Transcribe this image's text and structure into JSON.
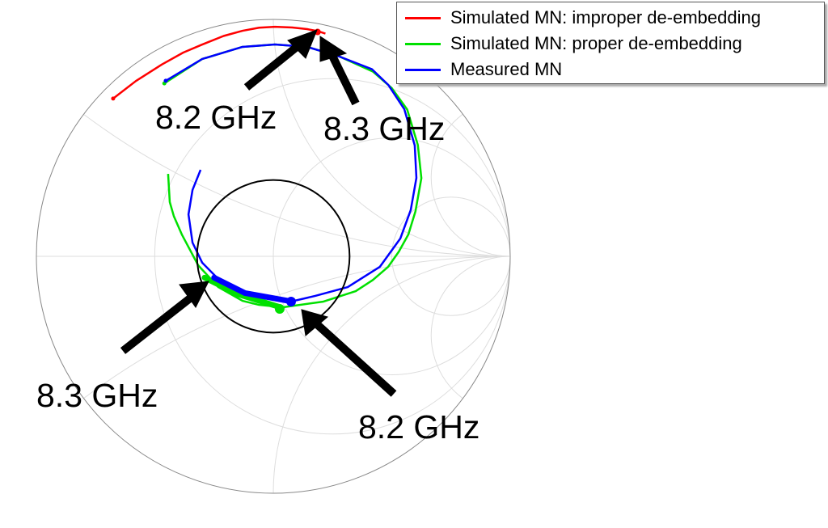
{
  "chart_data": {
    "type": "smith",
    "title": "",
    "grid": true,
    "grid_resistance": [
      0.333,
      1,
      3
    ],
    "grid_reactance": [
      0.333,
      1,
      3
    ],
    "legend_position": "top-right",
    "series": [
      {
        "name": "Simulated MN: improper de-embedding",
        "color": "#ff0000",
        "gamma": [
          [
            -0.676,
            0.666
          ],
          [
            -0.58,
            0.74
          ],
          [
            -0.47,
            0.81
          ],
          [
            -0.38,
            0.86
          ],
          [
            -0.3,
            0.894
          ],
          [
            -0.21,
            0.93
          ],
          [
            -0.13,
            0.952
          ],
          [
            -0.06,
            0.965
          ],
          [
            0.007,
            0.969
          ],
          [
            0.08,
            0.966
          ],
          [
            0.143,
            0.959
          ],
          [
            0.19,
            0.95
          ],
          [
            0.22,
            0.94
          ]
        ],
        "marker": [
          0.187,
          0.947
        ]
      },
      {
        "name": "Simulated MN: proper de-embedding",
        "color": "#00e000",
        "gamma": [
          [
            -0.46,
            0.73
          ],
          [
            -0.3,
            0.833
          ],
          [
            -0.13,
            0.884
          ],
          [
            0.007,
            0.894
          ],
          [
            0.143,
            0.884
          ],
          [
            0.28,
            0.843
          ],
          [
            0.42,
            0.78
          ],
          [
            0.5,
            0.71
          ],
          [
            0.565,
            0.62
          ],
          [
            0.61,
            0.47
          ],
          [
            0.625,
            0.33
          ],
          [
            0.6,
            0.19
          ],
          [
            0.57,
            0.092
          ],
          [
            0.53,
            0.02
          ],
          [
            0.485,
            -0.044
          ],
          [
            0.42,
            -0.1
          ],
          [
            0.348,
            -0.147
          ],
          [
            0.212,
            -0.191
          ],
          [
            0.041,
            -0.215
          ],
          [
            -0.06,
            -0.205
          ],
          [
            -0.13,
            -0.188
          ],
          [
            -0.232,
            -0.13
          ],
          [
            -0.317,
            -0.038
          ],
          [
            -0.386,
            0.092
          ],
          [
            -0.42,
            0.17
          ],
          [
            -0.437,
            0.229
          ],
          [
            -0.444,
            0.348
          ]
        ],
        "marker": [
          0.027,
          -0.222
        ]
      },
      {
        "name": "Measured MN",
        "color": "#0000ff",
        "gamma": [
          [
            -0.454,
            0.741
          ],
          [
            -0.3,
            0.833
          ],
          [
            -0.13,
            0.884
          ],
          [
            0.007,
            0.894
          ],
          [
            0.143,
            0.884
          ],
          [
            0.28,
            0.843
          ],
          [
            0.416,
            0.79
          ],
          [
            0.485,
            0.724
          ],
          [
            0.553,
            0.621
          ],
          [
            0.597,
            0.468
          ],
          [
            0.604,
            0.331
          ],
          [
            0.58,
            0.195
          ],
          [
            0.536,
            0.075
          ],
          [
            0.45,
            -0.044
          ],
          [
            0.314,
            -0.13
          ],
          [
            0.177,
            -0.167
          ],
          [
            0.075,
            -0.191
          ],
          [
            -0.061,
            -0.174
          ],
          [
            -0.164,
            -0.14
          ],
          [
            -0.232,
            -0.096
          ],
          [
            -0.3,
            -0.027
          ],
          [
            -0.341,
            0.058
          ],
          [
            -0.358,
            0.177
          ],
          [
            -0.341,
            0.28
          ],
          [
            -0.307,
            0.365
          ]
        ],
        "marker": [
          0.075,
          -0.191
        ]
      },
      {
        "name": "",
        "color": "#000000",
        "circle": {
          "center": [
            0,
            0
          ],
          "radius": 0.322
        }
      }
    ],
    "annotations": [
      {
        "text": "8.2 GHz",
        "points_to": [
          0.18,
          0.94
        ]
      },
      {
        "text": "8.3 GHz",
        "points_to": [
          0.21,
          0.93
        ]
      },
      {
        "text": "8.3 GHz",
        "points_to": [
          -0.27,
          -0.11
        ]
      },
      {
        "text": "8.2 GHz",
        "points_to": [
          0.13,
          -0.23
        ]
      }
    ]
  }
}
